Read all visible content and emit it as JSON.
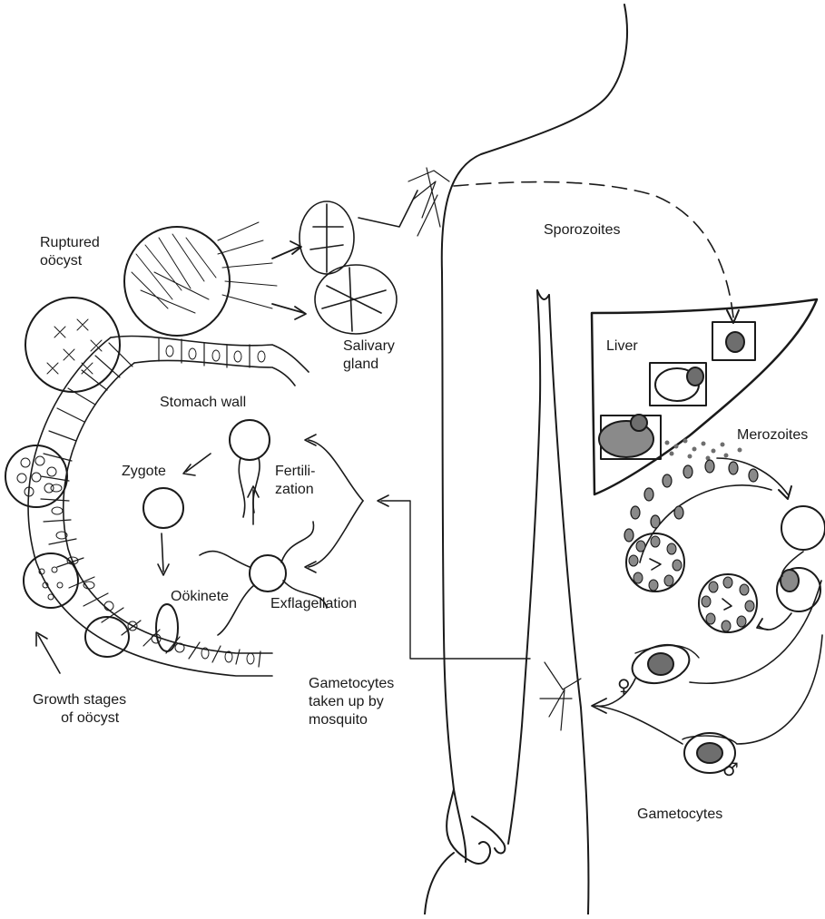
{
  "labels": {
    "ruptured_oocyst": "Ruptured\noöcyst",
    "salivary_gland": "Salivary\ngland",
    "stomach_wall": "Stomach wall",
    "zygote": "Zygote",
    "fertilization": "Fertili-\nzation",
    "ookinete": "Oökinete",
    "exflagellation": "Exflagellation",
    "growth_stages": "Growth stages\n       of oöcyst",
    "sporozoites": "Sporozoites",
    "liver": "Liver",
    "merozoites": "Merozoites",
    "gametocytes_taken": "Gametocytes\ntaken up by\nmosquito",
    "gametocytes": "Gametocytes",
    "female_symbol": "♀",
    "male_symbol": "♂"
  },
  "colors": {
    "ink": "#1a1a1a",
    "cell_gray": "#8a8a8a",
    "nucleus_gray": "#6e6e6e"
  }
}
